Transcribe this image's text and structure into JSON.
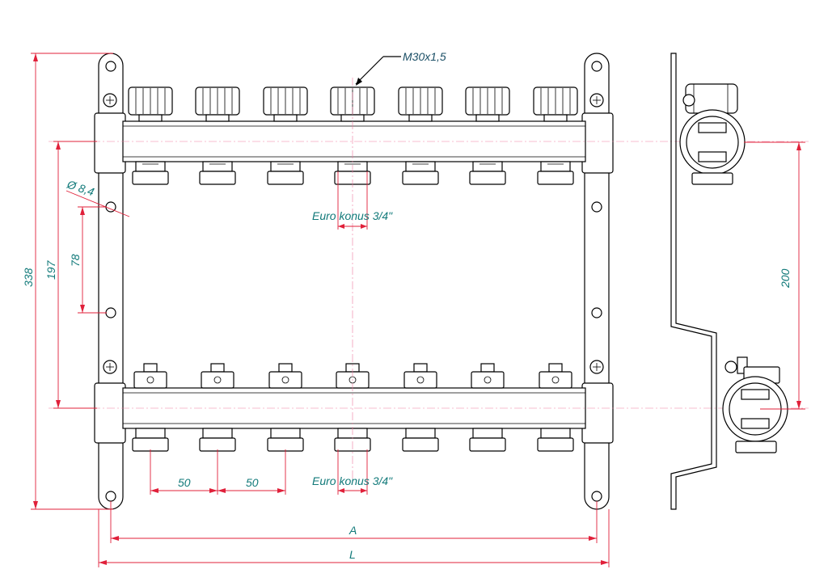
{
  "labels": {
    "thread": "M30x1,5",
    "euro_top": "Euro konus 3/4\"",
    "euro_bottom": "Euro konus 3/4\"",
    "hole": "Ø 8,4",
    "dim_338": "338",
    "dim_197": "197",
    "dim_78": "78",
    "dim_200": "200",
    "pitch_1": "50",
    "pitch_2": "50",
    "dim_A": "A",
    "dim_L": "L"
  },
  "outlet_count": 7,
  "colors": {
    "dimension": "#e0203a",
    "text": "#127a7a",
    "axis": "#f07aa0",
    "line": "#000000"
  }
}
